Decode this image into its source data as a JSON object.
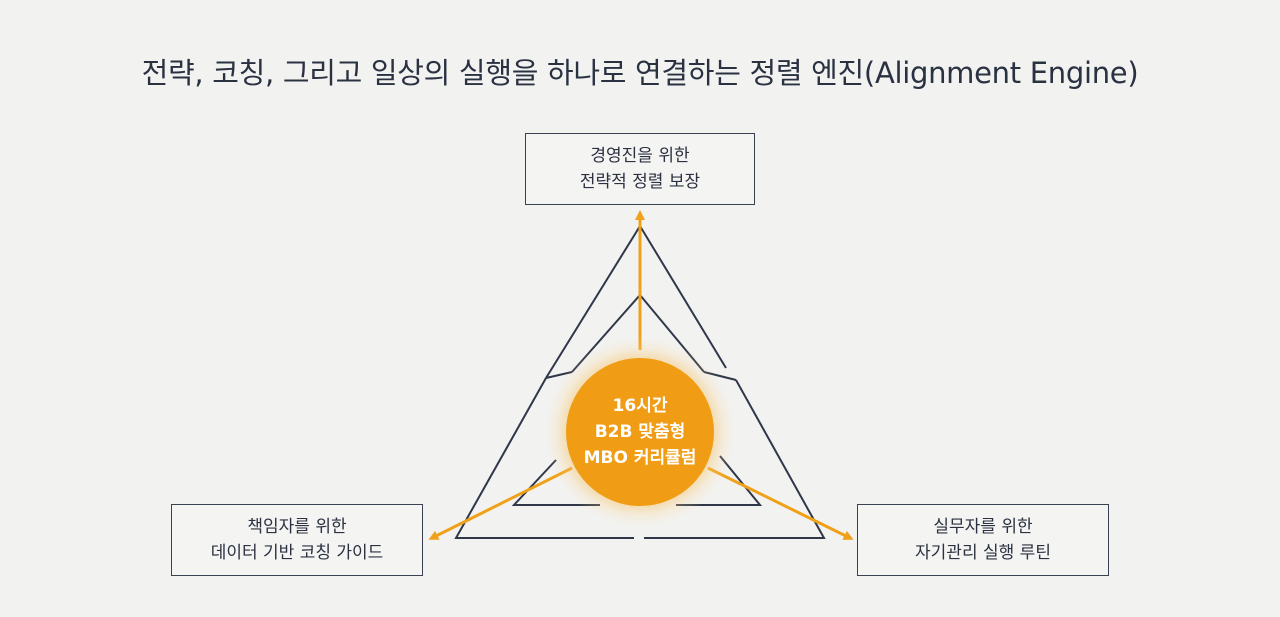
{
  "title": "전략, 코칭, 그리고 일상의 실행을 하나로 연결하는 정렬 엔진(Alignment Engine)",
  "center": {
    "lines": [
      "16시간",
      "B2B 맞춤형",
      "MBO 커리큘럼"
    ]
  },
  "nodes": {
    "top": {
      "lines": [
        "경영진을 위한",
        "전략적 정렬 보장"
      ]
    },
    "left": {
      "lines": [
        "책임자를 위한",
        "데이터 기반 코칭 가이드"
      ]
    },
    "right": {
      "lines": [
        "실무자를 위한",
        "자기관리 실행 루틴"
      ]
    }
  },
  "colors": {
    "accent": "#f0a11a",
    "line": "#2f3748",
    "background": "#f2f2f1"
  }
}
